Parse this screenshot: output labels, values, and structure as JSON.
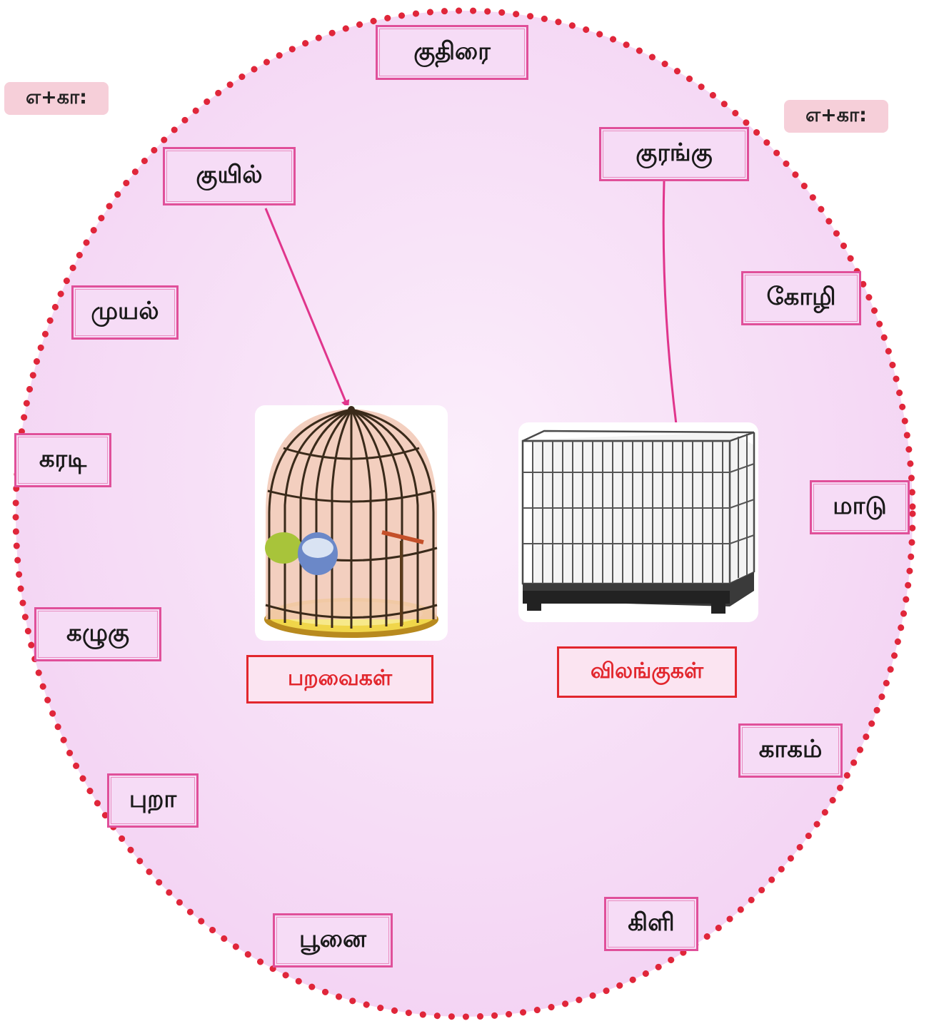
{
  "colors": {
    "oval_fill": "#f5daf5",
    "oval_dots": "#e0263a",
    "word_border": "#e0509a",
    "category_border": "#e2262d",
    "category_text": "#e2262d",
    "arrow": "#e0358c",
    "example_label_bg": "#f6cfd9"
  },
  "example_labels": [
    "எ+கா:",
    "எ+கா:"
  ],
  "words": {
    "kuthirai": "குதிரை",
    "kuyil": "குயில்",
    "kurangu": "குரங்கு",
    "kozhi": "கோழி",
    "muyal": "முயல்",
    "karadi": "கரடி",
    "maadu": "மாடு",
    "kazhugu": "கழுகு",
    "kaagam": "காகம்",
    "puraa": "புறா",
    "poonai": "பூனை",
    "kili": "கிளி"
  },
  "categories": {
    "birds": "பறவைகள்",
    "animals": "விலங்குகள்"
  },
  "images": {
    "bird_cage": "bird-cage-icon",
    "animal_cage": "animal-cage-icon"
  }
}
